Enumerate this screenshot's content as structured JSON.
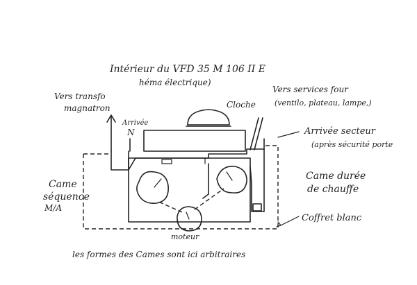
{
  "title_line1": "Intérieur du VFD 35 M 106 II E",
  "title_line2": "héma électrique)",
  "labels": {
    "vers_transfo_1": "Vers transfo",
    "vers_transfo_2": "magnatron",
    "arrivee": "Arrivée",
    "n": "N",
    "cloche": "Cloche",
    "vers_services_1": "Vers services four",
    "vers_services_2": "(ventilo, plateau, lampe,)",
    "arrivee_secteur_1": "Arrivée secteur",
    "arrivee_secteur_2": "(après sécurité porte",
    "came_sequence_1": "Came",
    "came_sequence_2": "séquence",
    "came_sequence_3": "M/A",
    "came_duree_1": "Came durée",
    "came_duree_2": "de chauffe",
    "coffret_blanc": "Coffret blanc",
    "moteur": "moteur",
    "footnote": "les formes des Cames sont ici arbitraires"
  },
  "colors": {
    "ink": "#222222",
    "paper": "#ffffff"
  }
}
